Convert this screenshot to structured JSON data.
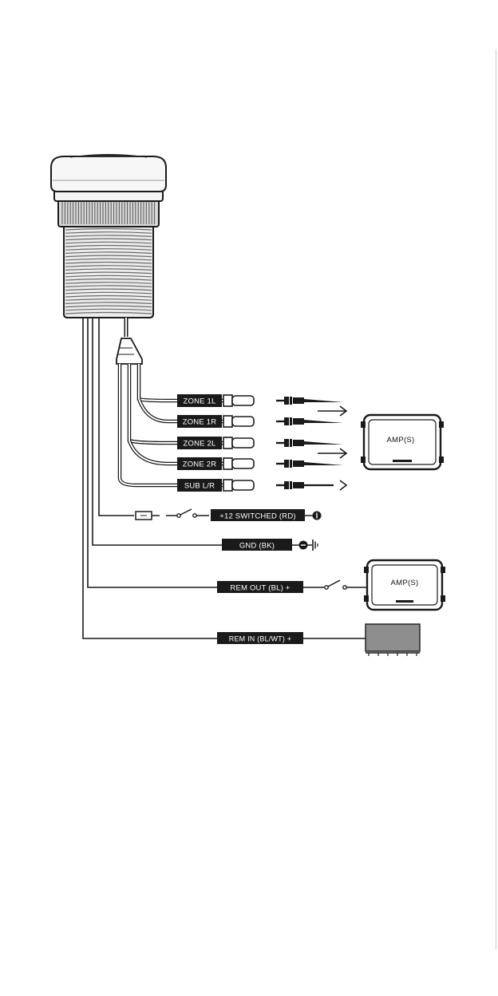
{
  "zones": [
    {
      "label": "ZONE 1L"
    },
    {
      "label": "ZONE 1R"
    },
    {
      "label": "ZONE 2L"
    },
    {
      "label": "ZONE 2R"
    },
    {
      "label": "SUB L/R"
    }
  ],
  "power": {
    "switched_label": "+12 SWITCHED (RD)",
    "ground_label": "GND (BK)",
    "rem_out_label": "REM OUT (BL) +",
    "rem_in_label": "REM IN (BL/WT) +"
  },
  "amps": {
    "amp1_label": "AMP(S)",
    "amp2_label": "AMP(S)"
  },
  "colors": {
    "line": "#1a1a1a",
    "label_bg": "#1a1a1a",
    "label_text": "#ffffff",
    "head_unit_screen": "#8e8e8e"
  }
}
